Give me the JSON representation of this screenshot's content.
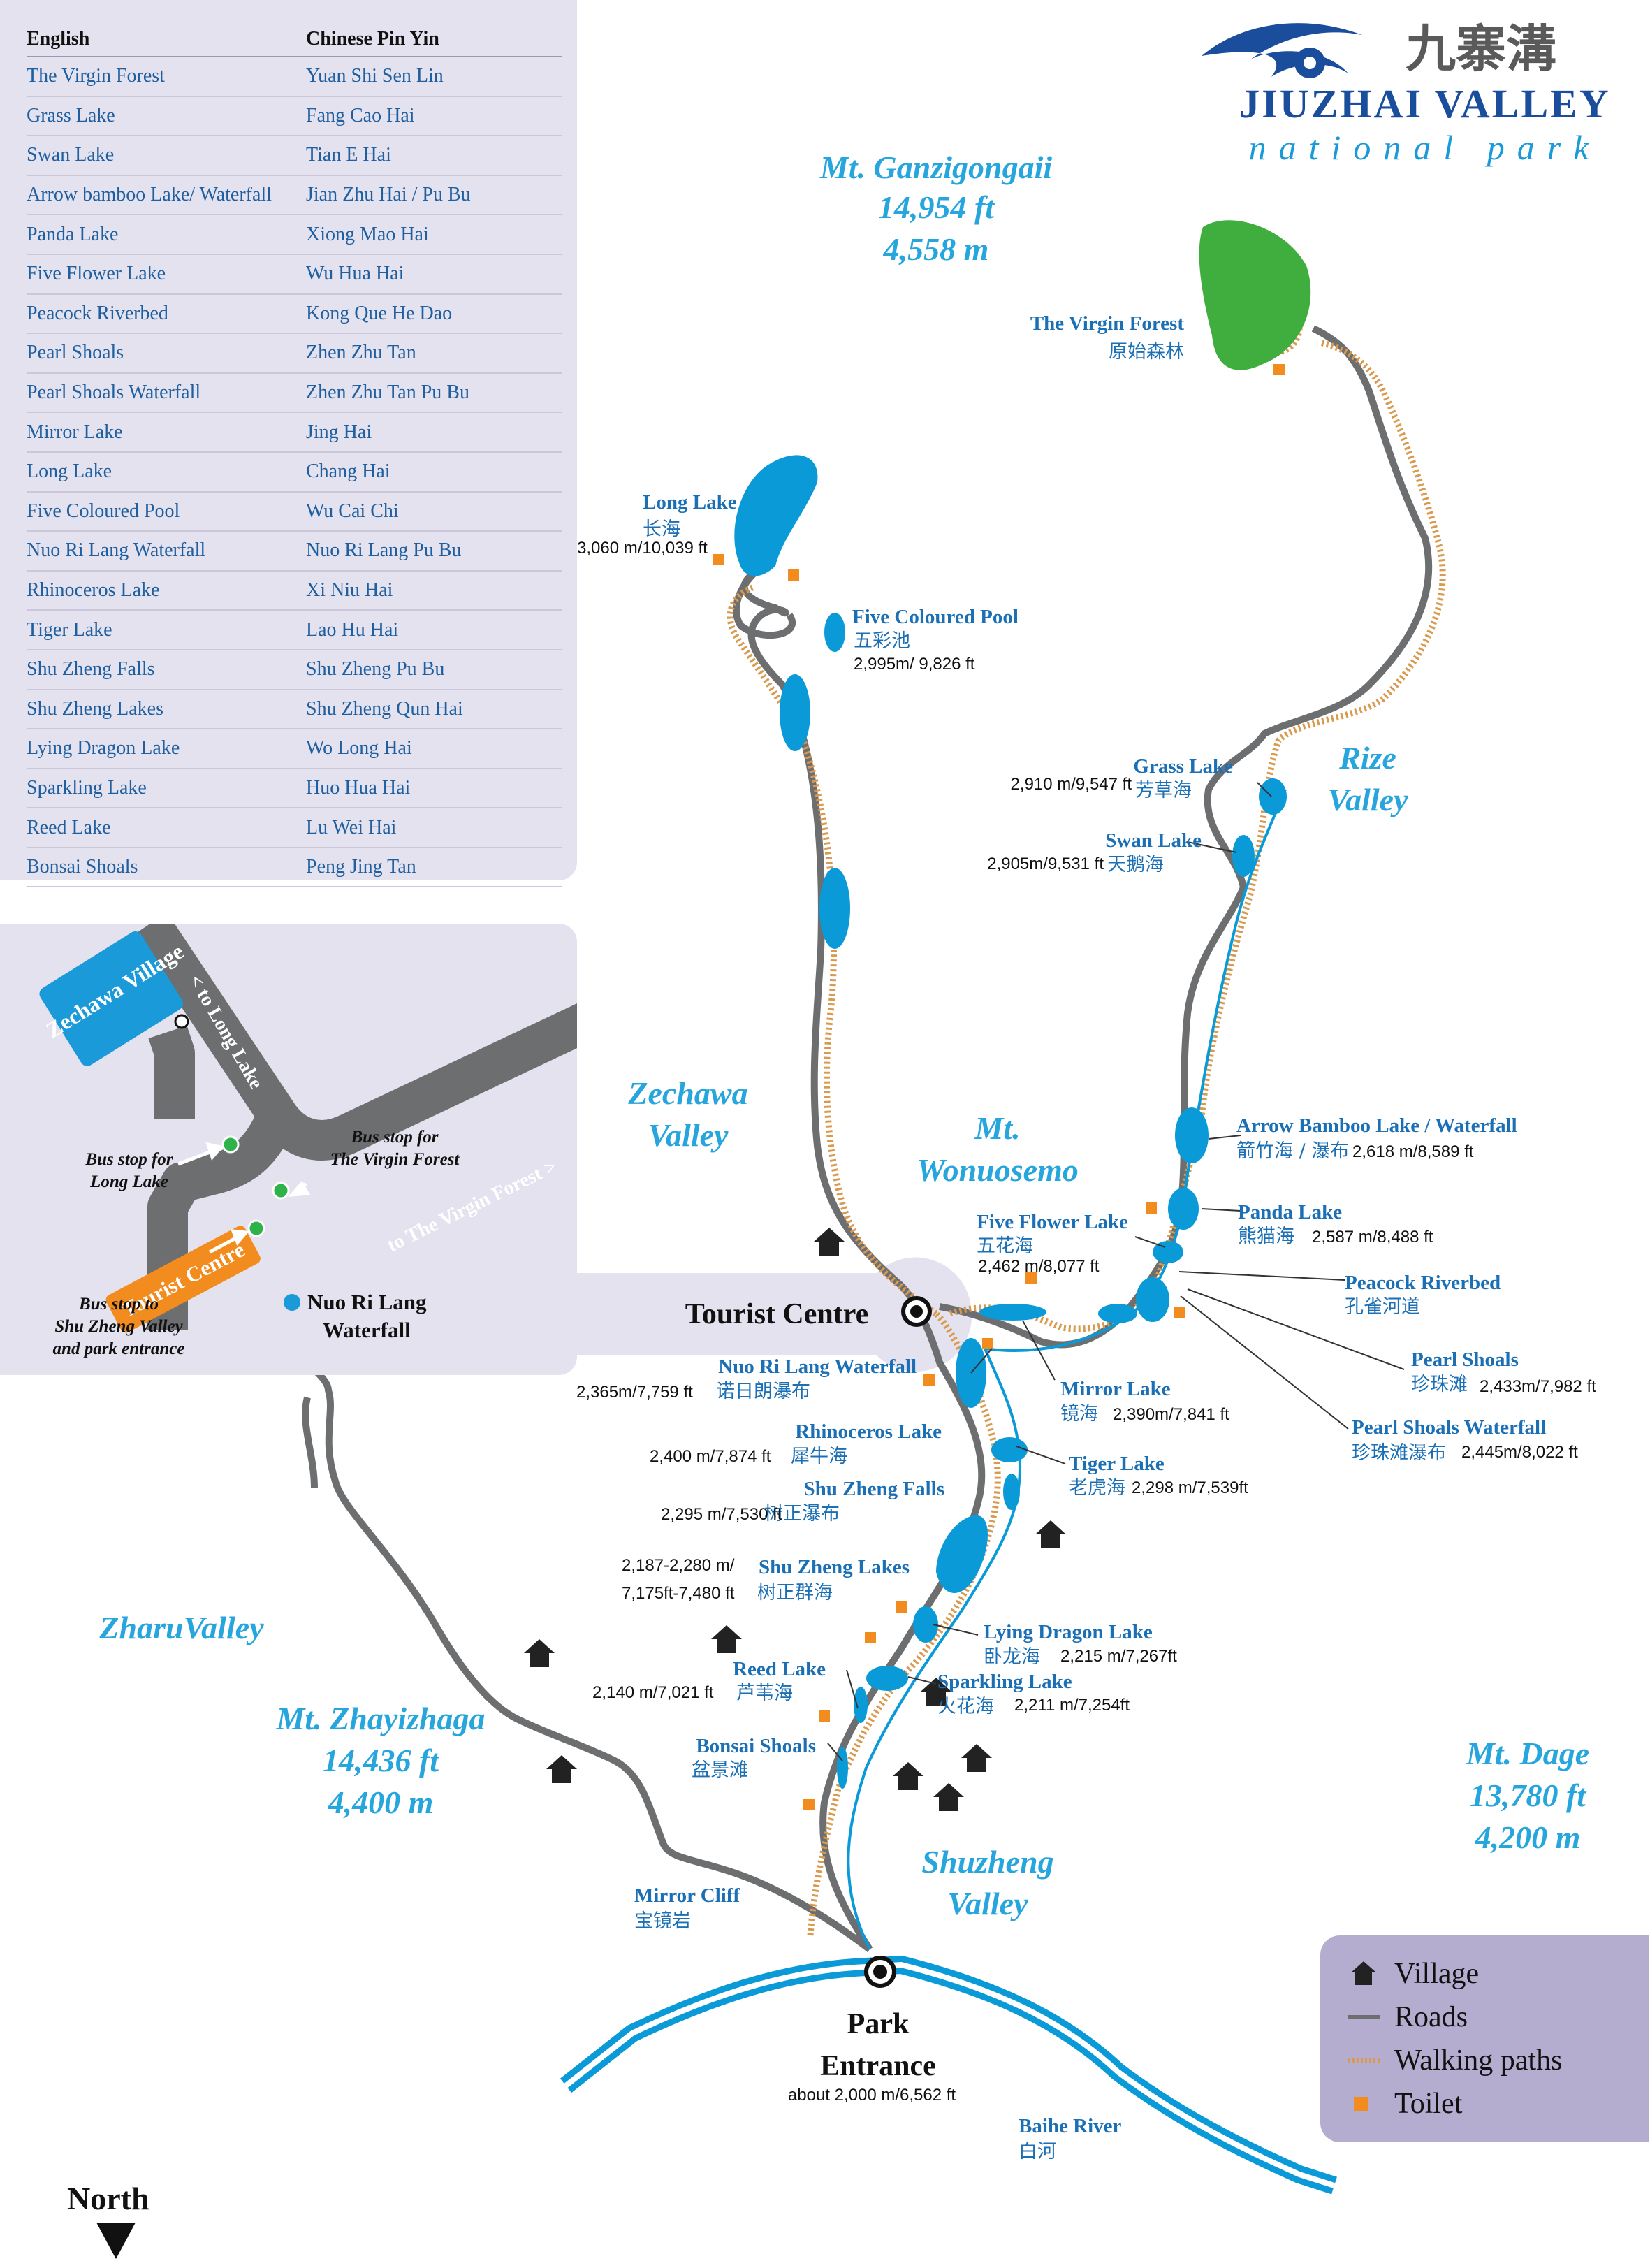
{
  "logo": {
    "title": "JIUZHAI VALLEY",
    "subtitle": "national park",
    "chinese": "九寨溝"
  },
  "table": {
    "headers": [
      "English",
      "Chinese Pin Yin"
    ],
    "rows": [
      [
        "The Virgin Forest",
        "Yuan Shi Sen Lin"
      ],
      [
        "Grass Lake",
        "Fang Cao Hai"
      ],
      [
        "Swan Lake",
        "Tian E Hai"
      ],
      [
        "Arrow bamboo Lake/ Waterfall",
        "Jian Zhu Hai / Pu Bu"
      ],
      [
        "Panda Lake",
        "Xiong Mao Hai"
      ],
      [
        "Five Flower Lake",
        "Wu Hua Hai"
      ],
      [
        "Peacock Riverbed",
        "Kong Que He Dao"
      ],
      [
        "Pearl Shoals",
        "Zhen Zhu Tan"
      ],
      [
        "Pearl Shoals Waterfall",
        "Zhen Zhu Tan Pu Bu"
      ],
      [
        "Mirror Lake",
        "Jing Hai"
      ],
      [
        "Long Lake",
        "Chang Hai"
      ],
      [
        "Five Coloured Pool",
        "Wu Cai Chi"
      ],
      [
        "Nuo Ri Lang Waterfall",
        "Nuo Ri Lang Pu Bu"
      ],
      [
        "Rhinoceros Lake",
        "Xi Niu Hai"
      ],
      [
        "Tiger Lake",
        "Lao Hu Hai"
      ],
      [
        "Shu Zheng Falls",
        "Shu Zheng Pu Bu"
      ],
      [
        "Shu Zheng Lakes",
        "Shu Zheng Qun Hai"
      ],
      [
        "Lying Dragon Lake",
        "Wo Long Hai"
      ],
      [
        "Sparkling Lake",
        "Huo Hua Hai"
      ],
      [
        "Reed Lake",
        "Lu Wei Hai"
      ],
      [
        "Bonsai Shoals",
        "Peng Jing Tan"
      ]
    ]
  },
  "inset": {
    "road_long_lake": "< to Long Lake",
    "road_virgin_forest": "to The Virgin Forest >",
    "village": "Zechawa Village",
    "tourist_centre": "Tourist Centre",
    "bus_long_lake": "Bus stop for Long Lake",
    "bus_virgin_forest": "Bus stop for The Virgin Forest",
    "bus_shuzheng": "Bus stop to Shu Zheng Valley and park entrance",
    "nuorilang": "Nuo Ri Lang Waterfall"
  },
  "regions": {
    "ganzi": [
      "Mt. Ganzigongaii",
      "14,954 ft",
      "4,558 m"
    ],
    "rize": [
      "Rize",
      "Valley"
    ],
    "zechawa": [
      "Zechawa",
      "Valley"
    ],
    "wonuosemo": [
      "Mt.",
      "Wonuosemo"
    ],
    "zharu": "ZharuValley",
    "zhayizhaga": [
      "Mt. Zhayizhaga",
      "14,436 ft",
      "4,400 m"
    ],
    "dage": [
      "Mt. Dage",
      "13,780 ft",
      "4,200 m"
    ],
    "shuzheng": [
      "Shuzheng",
      "Valley"
    ]
  },
  "places": {
    "virgin_forest": {
      "en": "The Virgin Forest",
      "zh": "原始森林"
    },
    "long_lake": {
      "en": "Long Lake",
      "zh": "长海",
      "alt": "3,060 m/10,039 ft"
    },
    "five_coloured": {
      "en": "Five Coloured Pool",
      "zh": "五彩池",
      "alt": "2,995m/ 9,826 ft"
    },
    "grass_lake": {
      "en": "Grass Lake",
      "zh": "芳草海",
      "alt": "2,910 m/9,547 ft"
    },
    "swan_lake": {
      "en": "Swan Lake",
      "zh": "天鹅海",
      "alt": "2,905m/9,531 ft"
    },
    "arrow_bamboo": {
      "en": "Arrow Bamboo Lake / Waterfall",
      "zh": "箭竹海 / 瀑布",
      "alt": "2,618 m/8,589 ft"
    },
    "panda_lake": {
      "en": "Panda Lake",
      "zh": "熊猫海",
      "alt": "2,587 m/8,488 ft"
    },
    "five_flower": {
      "en": "Five Flower Lake",
      "zh": "五花海",
      "alt": "2,462 m/8,077 ft"
    },
    "peacock": {
      "en": "Peacock Riverbed",
      "zh": "孔雀河道"
    },
    "pearl_shoals": {
      "en": "Pearl Shoals",
      "zh": "珍珠滩",
      "alt": "2,433m/7,982 ft"
    },
    "pearl_falls": {
      "en": "Pearl Shoals Waterfall",
      "zh": "珍珠滩瀑布",
      "alt": "2,445m/8,022 ft"
    },
    "mirror_lake": {
      "en": "Mirror Lake",
      "zh": "镜海",
      "alt": "2,390m/7,841 ft"
    },
    "tourist_centre": "Tourist Centre",
    "nuorilang": {
      "en": "Nuo Ri Lang Waterfall",
      "zh": "诺日朗瀑布",
      "alt": "2,365m/7,759 ft"
    },
    "rhinoceros": {
      "en": "Rhinoceros Lake",
      "zh": "犀牛海",
      "alt": "2,400 m/7,874 ft"
    },
    "tiger": {
      "en": "Tiger Lake",
      "zh": "老虎海",
      "alt": "2,298 m/7,539ft"
    },
    "shuzheng_falls": {
      "en": "Shu Zheng Falls",
      "zh": "树正瀑布",
      "alt": "2,295 m/7,530 ft"
    },
    "shuzheng_lakes": {
      "en": "Shu Zheng Lakes",
      "zh": "树正群海",
      "alt1": "2,187-2,280 m/",
      "alt2": "7,175ft-7,480 ft"
    },
    "lying_dragon": {
      "en": "Lying Dragon Lake",
      "zh": "卧龙海",
      "alt": "2,215 m/7,267ft"
    },
    "sparkling": {
      "en": "Sparkling Lake",
      "zh": "火花海",
      "alt": "2,211 m/7,254ft"
    },
    "reed": {
      "en": "Reed Lake",
      "zh": "芦苇海",
      "alt": "2,140 m/7,021 ft"
    },
    "bonsai": {
      "en": "Bonsai Shoals",
      "zh": "盆景滩"
    },
    "mirror_cliff": {
      "en": "Mirror Cliff",
      "zh": "宝镜岩"
    },
    "park_entrance": {
      "l1": "Park",
      "l2": "Entrance",
      "alt": "about 2,000 m/6,562 ft"
    },
    "baihe": {
      "en": "Baihe River",
      "zh": "白河"
    }
  },
  "legend": {
    "village": "Village",
    "roads": "Roads",
    "paths": "Walking paths",
    "toilet": "Toilet"
  },
  "north": "North",
  "colors": {
    "water": "#0a9ad8",
    "label": "#1b6fb5",
    "region": "#27a5dd",
    "road": "#6d6e70",
    "path": "#d89a4f",
    "toilet": "#f28c1e",
    "panel": "#e4e2ef",
    "legend": "#b4adcf",
    "forest": "#3fae3f",
    "orange": "#f28c1e"
  }
}
